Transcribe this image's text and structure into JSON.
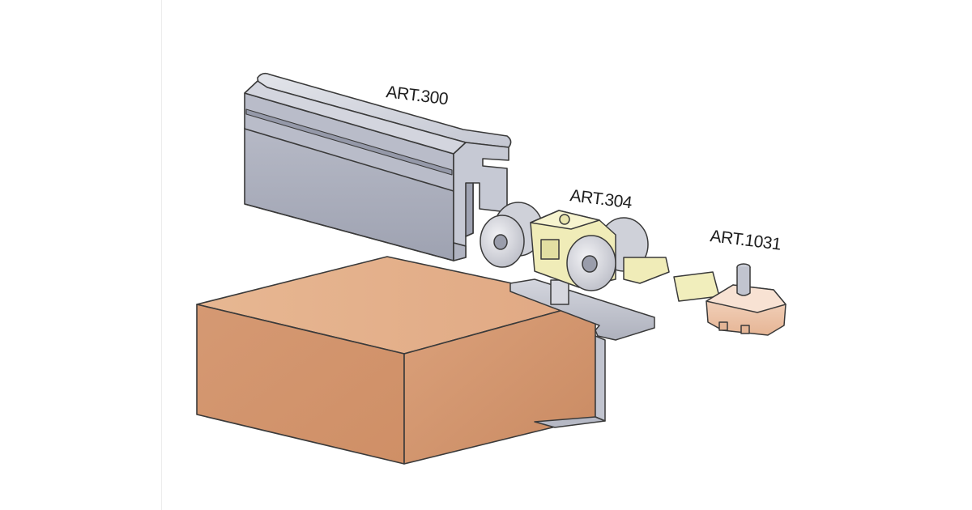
{
  "labels": {
    "rail": "ART.300",
    "carriage": "ART.304",
    "guide": "ART.1031"
  },
  "colors": {
    "rail_light": "#c9ccd6",
    "rail_mid": "#a9adbb",
    "rail_dark": "#7c8090",
    "carriage": "#f1eebc",
    "wheel": "#dcdde3",
    "wood_front": "#d69a72",
    "wood_top": "#e9b896",
    "guide": "#f2cdb3",
    "outline": "#3a3a3a"
  }
}
